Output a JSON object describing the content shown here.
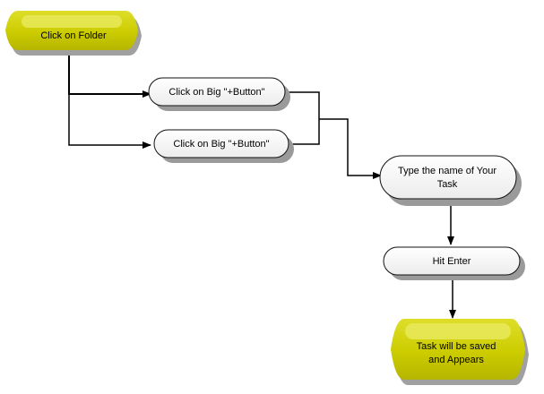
{
  "diagram": {
    "type": "flowchart",
    "colors": {
      "terminal_fill": "#cccc00",
      "terminal_highlight": "#e8e84a",
      "process_fill": "#f7f7f7",
      "process_stroke": "#111111",
      "connector": "#000000",
      "shadow": "#9a9a9a"
    },
    "nodes": {
      "start": {
        "shape": "terminal",
        "lines": [
          "Click on Folder"
        ]
      },
      "click_big_plus_1": {
        "shape": "process",
        "lines": [
          "Click on Big \"+Button\""
        ]
      },
      "click_big_plus_2": {
        "shape": "process",
        "lines": [
          "Click on Big \"+Button\""
        ]
      },
      "type_task_name": {
        "shape": "process",
        "lines": [
          "Type the name of Your",
          "Task"
        ]
      },
      "hit_enter": {
        "shape": "process",
        "lines": [
          "Hit Enter"
        ]
      },
      "end": {
        "shape": "terminal",
        "lines": [
          "Task will be saved",
          "and Appears"
        ]
      }
    },
    "edges": [
      {
        "from": "start",
        "to": "click_big_plus_1"
      },
      {
        "from": "start",
        "to": "click_big_plus_2"
      },
      {
        "from": "click_big_plus_1",
        "to": "type_task_name"
      },
      {
        "from": "click_big_plus_2",
        "to": "type_task_name"
      },
      {
        "from": "type_task_name",
        "to": "hit_enter"
      },
      {
        "from": "hit_enter",
        "to": "end"
      }
    ]
  }
}
